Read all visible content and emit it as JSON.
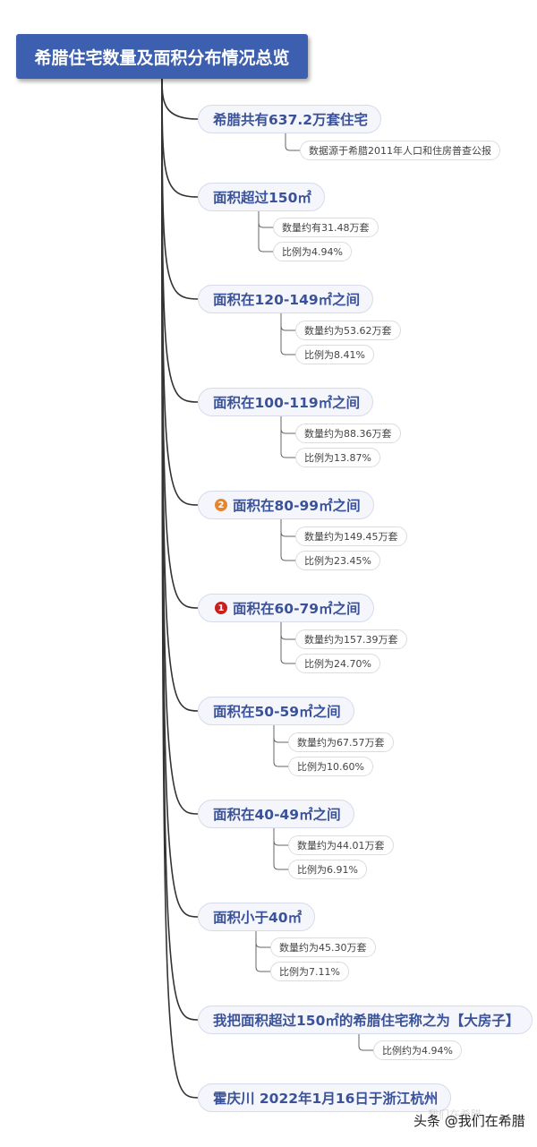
{
  "root": {
    "title": "希腊住宅数量及面积分布情况总览"
  },
  "topics": [
    {
      "label": "希腊共有637.2万套住宅",
      "leaves": [
        "数据源于希腊2011年人口和住房普查公报"
      ]
    },
    {
      "label": "面积超过150㎡",
      "leaves": [
        "数量约有31.48万套",
        "比例为4.94%"
      ]
    },
    {
      "label": "面积在120-149㎡之间",
      "leaves": [
        "数量约为53.62万套",
        "比例为8.41%"
      ]
    },
    {
      "label": "面积在100-119㎡之间",
      "leaves": [
        "数量约为88.36万套",
        "比例为13.87%"
      ]
    },
    {
      "label": "面积在80-99㎡之间",
      "badge": "2",
      "badge_color": "#e8842b",
      "leaves": [
        "数量约为149.45万套",
        "比例为23.45%"
      ]
    },
    {
      "label": "面积在60-79㎡之间",
      "badge": "1",
      "badge_color": "#c8201f",
      "leaves": [
        "数量约为157.39万套",
        "比例为24.70%"
      ]
    },
    {
      "label": "面积在50-59㎡之间",
      "leaves": [
        "数量约为67.57万套",
        "比例为10.60%"
      ]
    },
    {
      "label": "面积在40-49㎡之间",
      "leaves": [
        "数量约为44.01万套",
        "比例为6.91%"
      ]
    },
    {
      "label": "面积小于40㎡",
      "leaves": [
        "数量约为45.30万套",
        "比例为7.11%"
      ]
    },
    {
      "label": "我把面积超过150㎡的希腊住宅称之为【大房子】",
      "leaves": [
        "比例约为4.94%"
      ]
    },
    {
      "label": "霍庆川 2022年1月16日于浙江杭州",
      "leaves": []
    }
  ],
  "watermark": {
    "text": "头条 @我们在希腊"
  },
  "colors": {
    "root_bg": "#3d5fb0",
    "topic_text": "#3a5299",
    "connector": "#333333"
  }
}
